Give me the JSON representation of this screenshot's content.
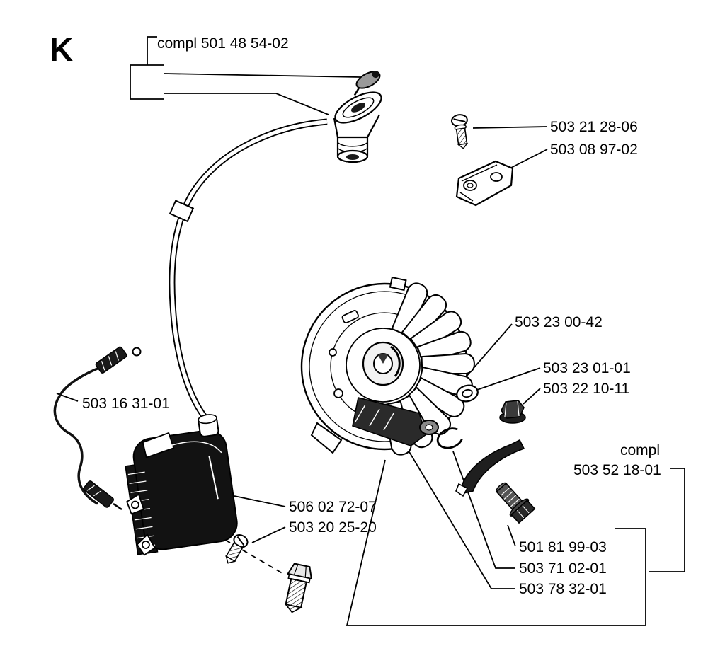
{
  "colors": {
    "background": "#ffffff",
    "line": "#000000",
    "dark_fill": "#1a1a1a"
  },
  "diagram": {
    "section_label": "K",
    "labels": [
      {
        "name": "ignition-lead-complete",
        "text": "compl 501 48 54-02"
      },
      {
        "name": "screw-module-bracket",
        "text": "503 21 28-06"
      },
      {
        "name": "module-bracket",
        "text": "503 08 97-02"
      },
      {
        "name": "flywheel-key",
        "text": "503 23 00-42"
      },
      {
        "name": "washer",
        "text": "503 23 01-01"
      },
      {
        "name": "flange-nut",
        "text": "503 22 10-11"
      },
      {
        "name": "short-circuit-wire",
        "text": "503 16 31-01"
      },
      {
        "name": "ignition-module",
        "text": "506 02 72-07"
      },
      {
        "name": "screw-ignition-module",
        "text": "503 20 25-20"
      },
      {
        "name": "complete-word",
        "text": "compl"
      },
      {
        "name": "flywheel-complete",
        "text": "503 52 18-01"
      },
      {
        "name": "bolt-pawl",
        "text": "501 81 99-03"
      },
      {
        "name": "pawl-spring",
        "text": "503 71 02-01"
      },
      {
        "name": "starter-pawl",
        "text": "503 78 32-01"
      }
    ]
  }
}
